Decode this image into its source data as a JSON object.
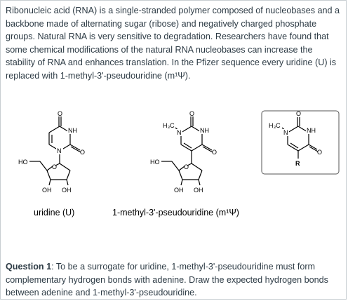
{
  "intro_text": "Ribonucleic acid (RNA) is a single-stranded polymer composed of nucleobases and a backbone made of alternating sugar (ribose) and negatively charged phosphate groups. Natural RNA is very sensitive to degradation. Researchers have found that some chemical modifications of the natural RNA nucleobases can increase the stability of RNA and enhances translation. In the Pfizer sequence every uridine (U) is replaced with  1-methyl-3'-pseudouridine (m¹Ψ).",
  "figure": {
    "uridine": {
      "caption": "uridine (U)",
      "labels": {
        "nh": "NH",
        "n": "N",
        "o_top": "O",
        "o_right": "O",
        "ho": "HO",
        "o_ring": "O",
        "oh_left": "OH",
        "oh_right": "OH"
      }
    },
    "pseudouridine": {
      "caption": "1-methyl-3'-pseudouridine (m¹Ψ)",
      "labels": {
        "methyl": "H₃C",
        "n": "N",
        "nh": "NH",
        "o_top": "O",
        "o_right": "O",
        "ho": "HO",
        "o_ring": "O",
        "oh_left": "OH",
        "oh_right": "OH"
      }
    },
    "boxed_base": {
      "labels": {
        "methyl": "H₃C",
        "n": "N",
        "nh": "NH",
        "o_top": "O",
        "o_right": "O",
        "r": "R"
      }
    }
  },
  "question": {
    "label": "Question 1",
    "text": ": To be a surrogate for uridine,  1-methyl-3'-pseudouridine must form complementary hydrogen bonds with adenine. Draw the expected hydrogen bonds between adenine and 1-methyl-3'-pseudouridine."
  }
}
